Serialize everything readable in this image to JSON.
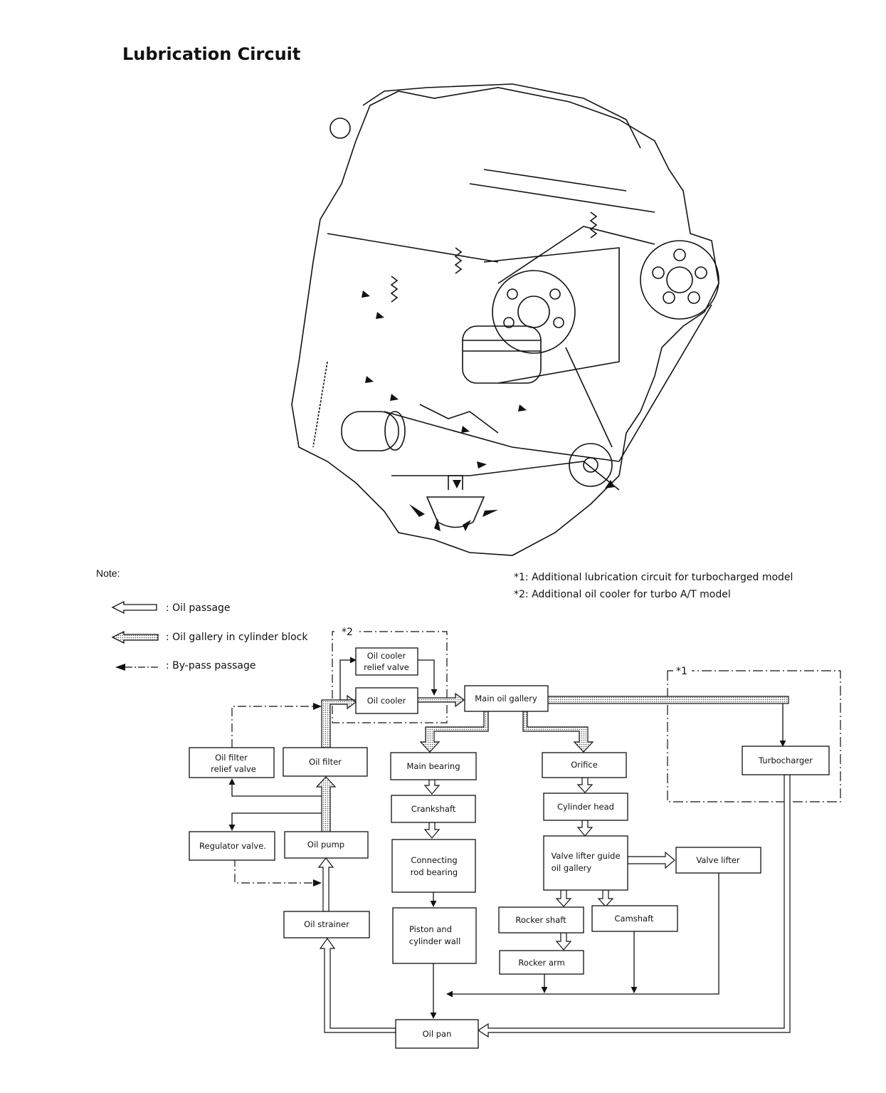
{
  "title": "Lubrication Circuit",
  "note_label": "Note:",
  "footnotes": [
    "*1:  Additional lubrication circuit for turbocharged model",
    "*2:  Additional oil cooler for turbo A/T model"
  ],
  "legend": [
    {
      "symbol": "oil-passage",
      "text": ":  Oil passage"
    },
    {
      "symbol": "oil-gallery",
      "text": ":  Oil gallery in cylinder block"
    },
    {
      "symbol": "by-pass",
      "text": ":  By-pass passage"
    }
  ],
  "region_labels": {
    "turbo_region": "*1",
    "cooler_region": "*2"
  },
  "boxes": {
    "oil_cooler_relief_valve": [
      "Oil cooler",
      "relief valve"
    ],
    "oil_cooler": [
      "Oil cooler"
    ],
    "main_oil_gallery": [
      "Main oil gallery"
    ],
    "oil_filter_relief_valve": [
      "Oil filter",
      "relief valve"
    ],
    "oil_filter": [
      "Oil filter"
    ],
    "main_bearing": [
      "Main bearing"
    ],
    "orifice": [
      "Orifice"
    ],
    "turbocharger": [
      "Turbocharger"
    ],
    "crankshaft": [
      "Crankshaft"
    ],
    "cylinder_head": [
      "Cylinder head"
    ],
    "regulator_valve": [
      "Regulator valve."
    ],
    "oil_pump": [
      "Oil pump"
    ],
    "connecting_rod_bearing": [
      "Connecting",
      "rod bearing"
    ],
    "valve_lifter_guide": [
      "Valve lifter guide",
      "oil gallery"
    ],
    "valve_lifter": [
      "Valve lifter"
    ],
    "rocker_shaft": [
      "Rocker shaft"
    ],
    "camshaft": [
      "Camshaft"
    ],
    "oil_strainer": [
      "Oil strainer"
    ],
    "piston_cylinder_wall": [
      "Piston and",
      "cylinder wall"
    ],
    "rocker_arm": [
      "Rocker arm"
    ],
    "oil_pan": [
      "Oil pan"
    ]
  },
  "colors": {
    "line": "#111111",
    "gallery_fill": "#cfcfcf",
    "background": "#ffffff"
  }
}
